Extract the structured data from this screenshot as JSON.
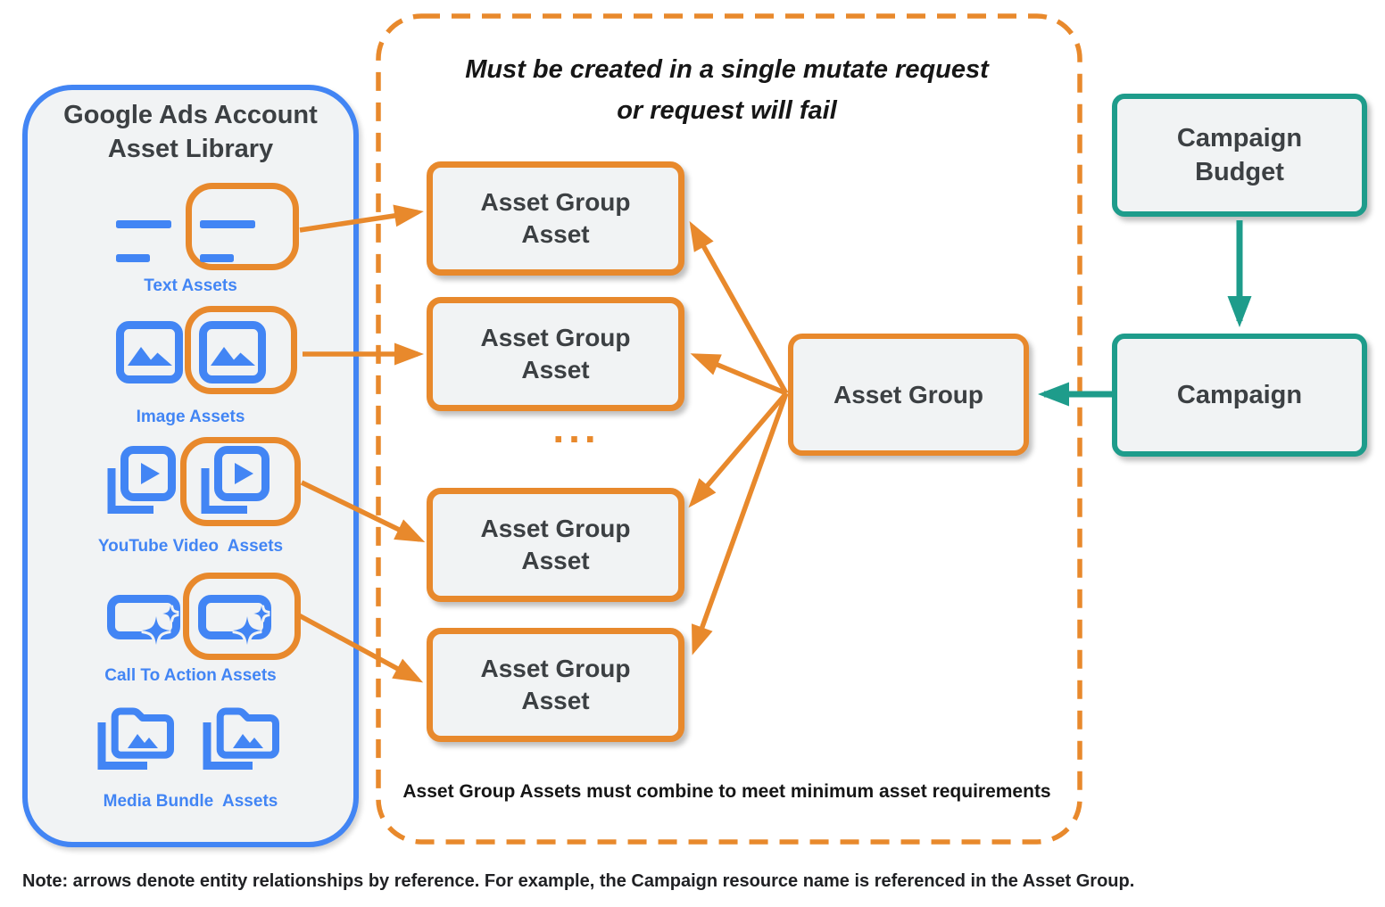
{
  "colors": {
    "blue": "#4285F4",
    "orange": "#E8892C",
    "teal": "#1E9C8B",
    "node_fill": "#F1F3F4",
    "text_dark": "#3C4043",
    "text_black": "#161616"
  },
  "asset_library": {
    "title": "Google Ads Account Asset Library",
    "items": [
      {
        "label": "Text Assets",
        "icon": "text-asset-icon"
      },
      {
        "label": "Image Assets",
        "icon": "image-asset-icon"
      },
      {
        "label": "YouTube Video  Assets",
        "icon": "youtube-video-asset-icon"
      },
      {
        "label": "Call To Action Assets",
        "icon": "call-to-action-asset-icon"
      },
      {
        "label": "Media Bundle  Assets",
        "icon": "media-bundle-asset-icon"
      }
    ]
  },
  "mutate_box": {
    "title_line1": "Must be created in a single mutate request",
    "title_line2": "or request will fail",
    "asset_boxes": [
      {
        "label": "Asset Group Asset"
      },
      {
        "label": "Asset Group Asset"
      },
      {
        "label": "Asset Group Asset"
      },
      {
        "label": "Asset Group Asset"
      }
    ],
    "ellipsis": "...",
    "footnote": "Asset Group Assets must combine to meet minimum asset requirements"
  },
  "asset_group": {
    "label": "Asset Group"
  },
  "campaign_budget": {
    "label": "Campaign Budget"
  },
  "campaign": {
    "label": "Campaign"
  },
  "note": "Note: arrows denote entity relationships by reference. For example, the Campaign resource name is referenced in the Asset Group."
}
